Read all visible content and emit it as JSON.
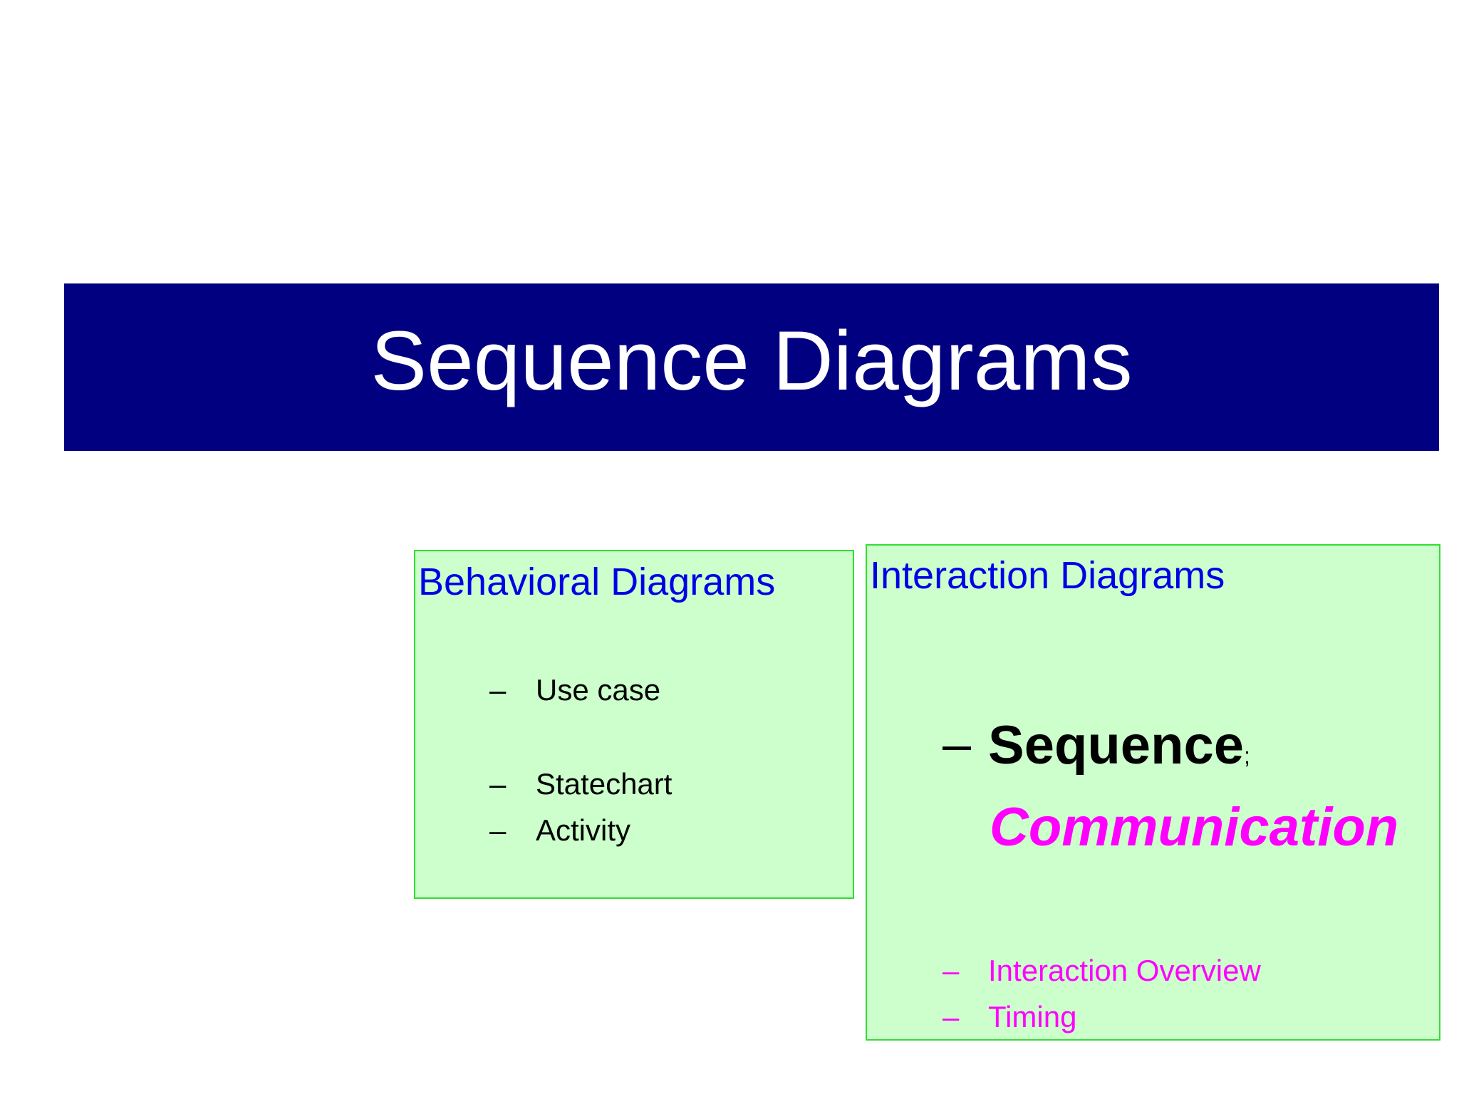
{
  "slide": {
    "title": "Sequence Diagrams"
  },
  "behavioral_panel": {
    "heading": "Behavioral Diagrams",
    "dash": "–",
    "items": [
      {
        "label": "Use case"
      },
      {
        "label": "Statechart"
      },
      {
        "label": "Activity"
      }
    ]
  },
  "interaction_panel": {
    "heading": "Interaction Diagrams",
    "dash": "–",
    "primary_item": {
      "label": "Sequence",
      "separator": ";",
      "continuation": "Communication"
    },
    "items": [
      {
        "label": "Interaction Overview"
      },
      {
        "label": "Timing"
      }
    ]
  },
  "colors": {
    "title_bar": "#000080",
    "title_text": "#ffffff",
    "panel_fill": "#ccffcc",
    "panel_border": "#33dd33",
    "heading": "#0000e6",
    "highlight": "#ff00ff",
    "body_text": "#000000"
  }
}
